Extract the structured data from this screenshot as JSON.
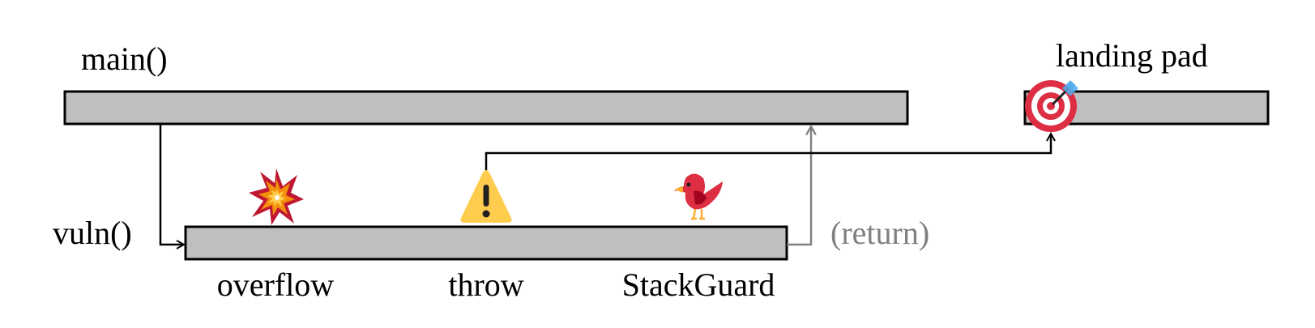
{
  "labels": {
    "main": "main()",
    "vuln": "vuln()",
    "landing_pad": "landing pad",
    "return": "(return)",
    "overflow": "overflow",
    "throw": "throw",
    "stackguard": "StackGuard"
  },
  "colors": {
    "bar_fill": "#bfbfbf",
    "bar_stroke": "#000000",
    "arrow": "#000000",
    "return_arrow": "#808080",
    "explosion_outer": "#be1931",
    "explosion_inner": "#f4900c",
    "explosion_core": "#ffcc4d",
    "warning": "#ffcc4d",
    "warning_mark": "#231f20",
    "bird": "#dd2e44",
    "bird_dark": "#a0041e",
    "bird_beak": "#ffac33",
    "target_red": "#dd2e44",
    "target_white": "#ffffff",
    "dart": "#55acee"
  },
  "icons": {
    "overflow": "explosion-icon",
    "throw": "warning-icon",
    "stackguard": "bird-icon",
    "landing_pad": "target-icon"
  }
}
